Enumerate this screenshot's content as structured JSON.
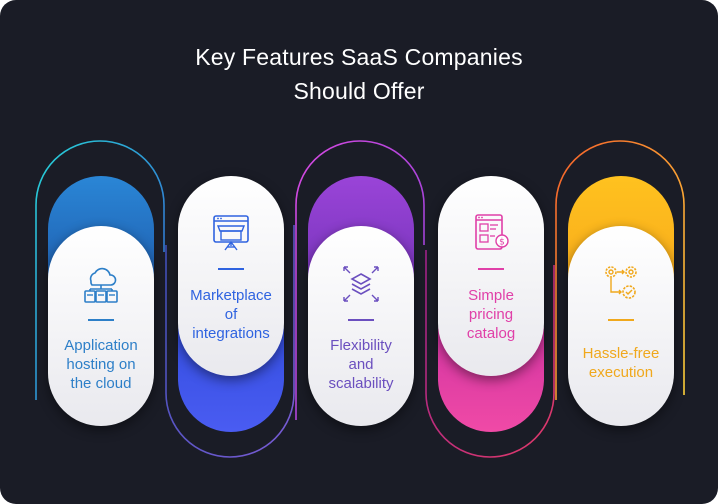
{
  "title": {
    "line1": "Key Features SaaS Companies",
    "line2": "Should Offer"
  },
  "colors": {
    "background": "#1a1c26",
    "blue": "#2d7fc8",
    "indigo": "#3a4ee8",
    "purple": "#8a3fd0",
    "pink": "#e23aa4",
    "orange": "#f7b21f"
  },
  "features": [
    {
      "lines": [
        "Application",
        "hosting on",
        "the cloud"
      ],
      "icon": "cloud-server-icon",
      "color": "#2d7fc8"
    },
    {
      "lines": [
        "Marketplace",
        "of",
        "integrations"
      ],
      "icon": "marketplace-store-icon",
      "color": "#2f63e0"
    },
    {
      "lines": [
        "Flexibility",
        "and",
        "scalability"
      ],
      "icon": "layers-expand-icon",
      "color": "#6b4fbf"
    },
    {
      "lines": [
        "Simple",
        "pricing",
        "catalog"
      ],
      "icon": "pricing-catalog-icon",
      "color": "#e040a8"
    },
    {
      "lines": [
        "Hassle-free",
        "execution"
      ],
      "icon": "gears-workflow-icon",
      "color": "#f0a81c"
    }
  ]
}
